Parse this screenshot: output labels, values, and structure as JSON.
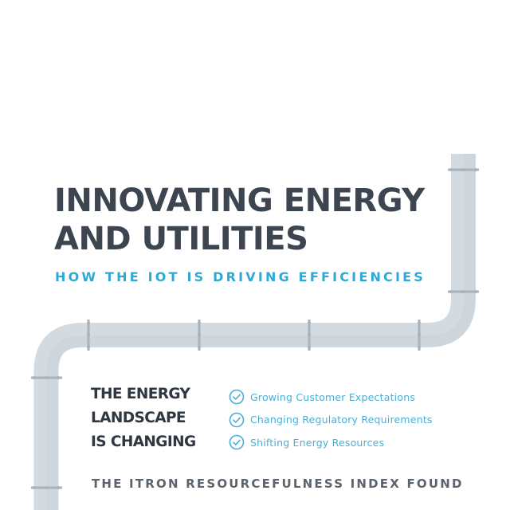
{
  "header": {
    "title_lines": [
      "INNOVATING ENERGY",
      "AND UTILITIES"
    ],
    "subtitle": "HOW THE IOT IS DRIVING EFFICIENCIES"
  },
  "landscape": {
    "heading_lines": [
      "THE ENERGY",
      "LANDSCAPE",
      "IS CHANGING"
    ],
    "items": [
      {
        "icon": "check-circle-icon",
        "label": "Growing Customer Expectations"
      },
      {
        "icon": "check-circle-icon",
        "label": "Changing Regulatory Requirements"
      },
      {
        "icon": "check-circle-icon",
        "label": "Shifting Energy Resources"
      }
    ]
  },
  "footer": {
    "found_text": "THE ITRON RESOURCEFULNESS INDEX FOUND"
  },
  "colors": {
    "title": "#3d4550",
    "accent": "#2ea9d6",
    "check": "#4aaed8",
    "pipe": "#d3dbe1",
    "pipe_shade": "#c5ced6",
    "flange": "#a9b3bc"
  }
}
